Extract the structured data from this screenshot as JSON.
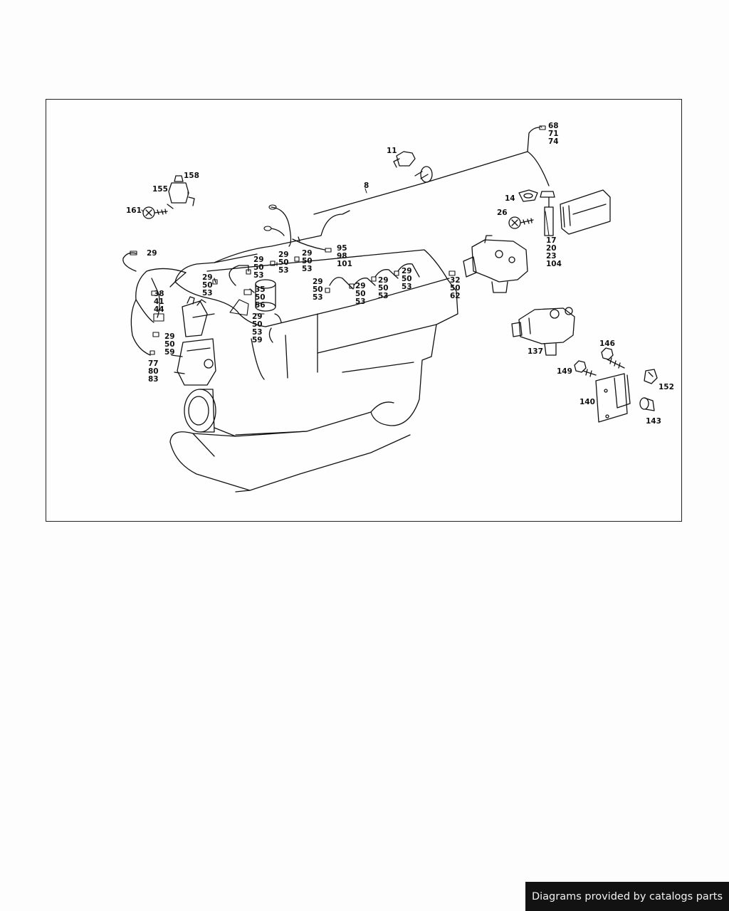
{
  "footer": {
    "text": "Diagrams provided by catalogs parts"
  },
  "callouts": [
    {
      "id": "c158",
      "lines": [
        "158"
      ]
    },
    {
      "id": "c155",
      "lines": [
        "155"
      ]
    },
    {
      "id": "c161",
      "lines": [
        "161"
      ]
    },
    {
      "id": "c11",
      "lines": [
        "11"
      ]
    },
    {
      "id": "c8",
      "lines": [
        "8"
      ]
    },
    {
      "id": "c68",
      "lines": [
        "68",
        "71",
        "74"
      ]
    },
    {
      "id": "c14",
      "lines": [
        "14"
      ]
    },
    {
      "id": "c26",
      "lines": [
        "26"
      ]
    },
    {
      "id": "c17",
      "lines": [
        "17",
        "20",
        "23",
        "104"
      ]
    },
    {
      "id": "c29a",
      "lines": [
        "29"
      ]
    },
    {
      "id": "c95",
      "lines": [
        "95",
        "98",
        "101"
      ]
    },
    {
      "id": "c29b",
      "lines": [
        "29",
        "50",
        "53"
      ]
    },
    {
      "id": "c29c",
      "lines": [
        "29",
        "50",
        "53"
      ]
    },
    {
      "id": "c29d",
      "lines": [
        "29",
        "50",
        "53"
      ]
    },
    {
      "id": "c29e",
      "lines": [
        "29",
        "50",
        "53"
      ]
    },
    {
      "id": "c38",
      "lines": [
        "38",
        "41",
        "44"
      ]
    },
    {
      "id": "c35",
      "lines": [
        "35",
        "50",
        "56"
      ]
    },
    {
      "id": "c29f",
      "lines": [
        "29",
        "50",
        "53"
      ]
    },
    {
      "id": "c29g",
      "lines": [
        "29",
        "50",
        "53"
      ]
    },
    {
      "id": "c29h",
      "lines": [
        "29",
        "50",
        "53"
      ]
    },
    {
      "id": "c29i",
      "lines": [
        "29",
        "50",
        "53"
      ]
    },
    {
      "id": "c32",
      "lines": [
        "32",
        "50",
        "62"
      ]
    },
    {
      "id": "c29j",
      "lines": [
        "29",
        "50",
        "53",
        "59"
      ]
    },
    {
      "id": "c29k",
      "lines": [
        "29",
        "50",
        "59"
      ]
    },
    {
      "id": "c77",
      "lines": [
        "77",
        "80",
        "83"
      ]
    },
    {
      "id": "c137",
      "lines": [
        "137"
      ]
    },
    {
      "id": "c146",
      "lines": [
        "146"
      ]
    },
    {
      "id": "c149",
      "lines": [
        "149"
      ]
    },
    {
      "id": "c152",
      "lines": [
        "152"
      ]
    },
    {
      "id": "c140",
      "lines": [
        "140"
      ]
    },
    {
      "id": "c143",
      "lines": [
        "143"
      ]
    }
  ]
}
